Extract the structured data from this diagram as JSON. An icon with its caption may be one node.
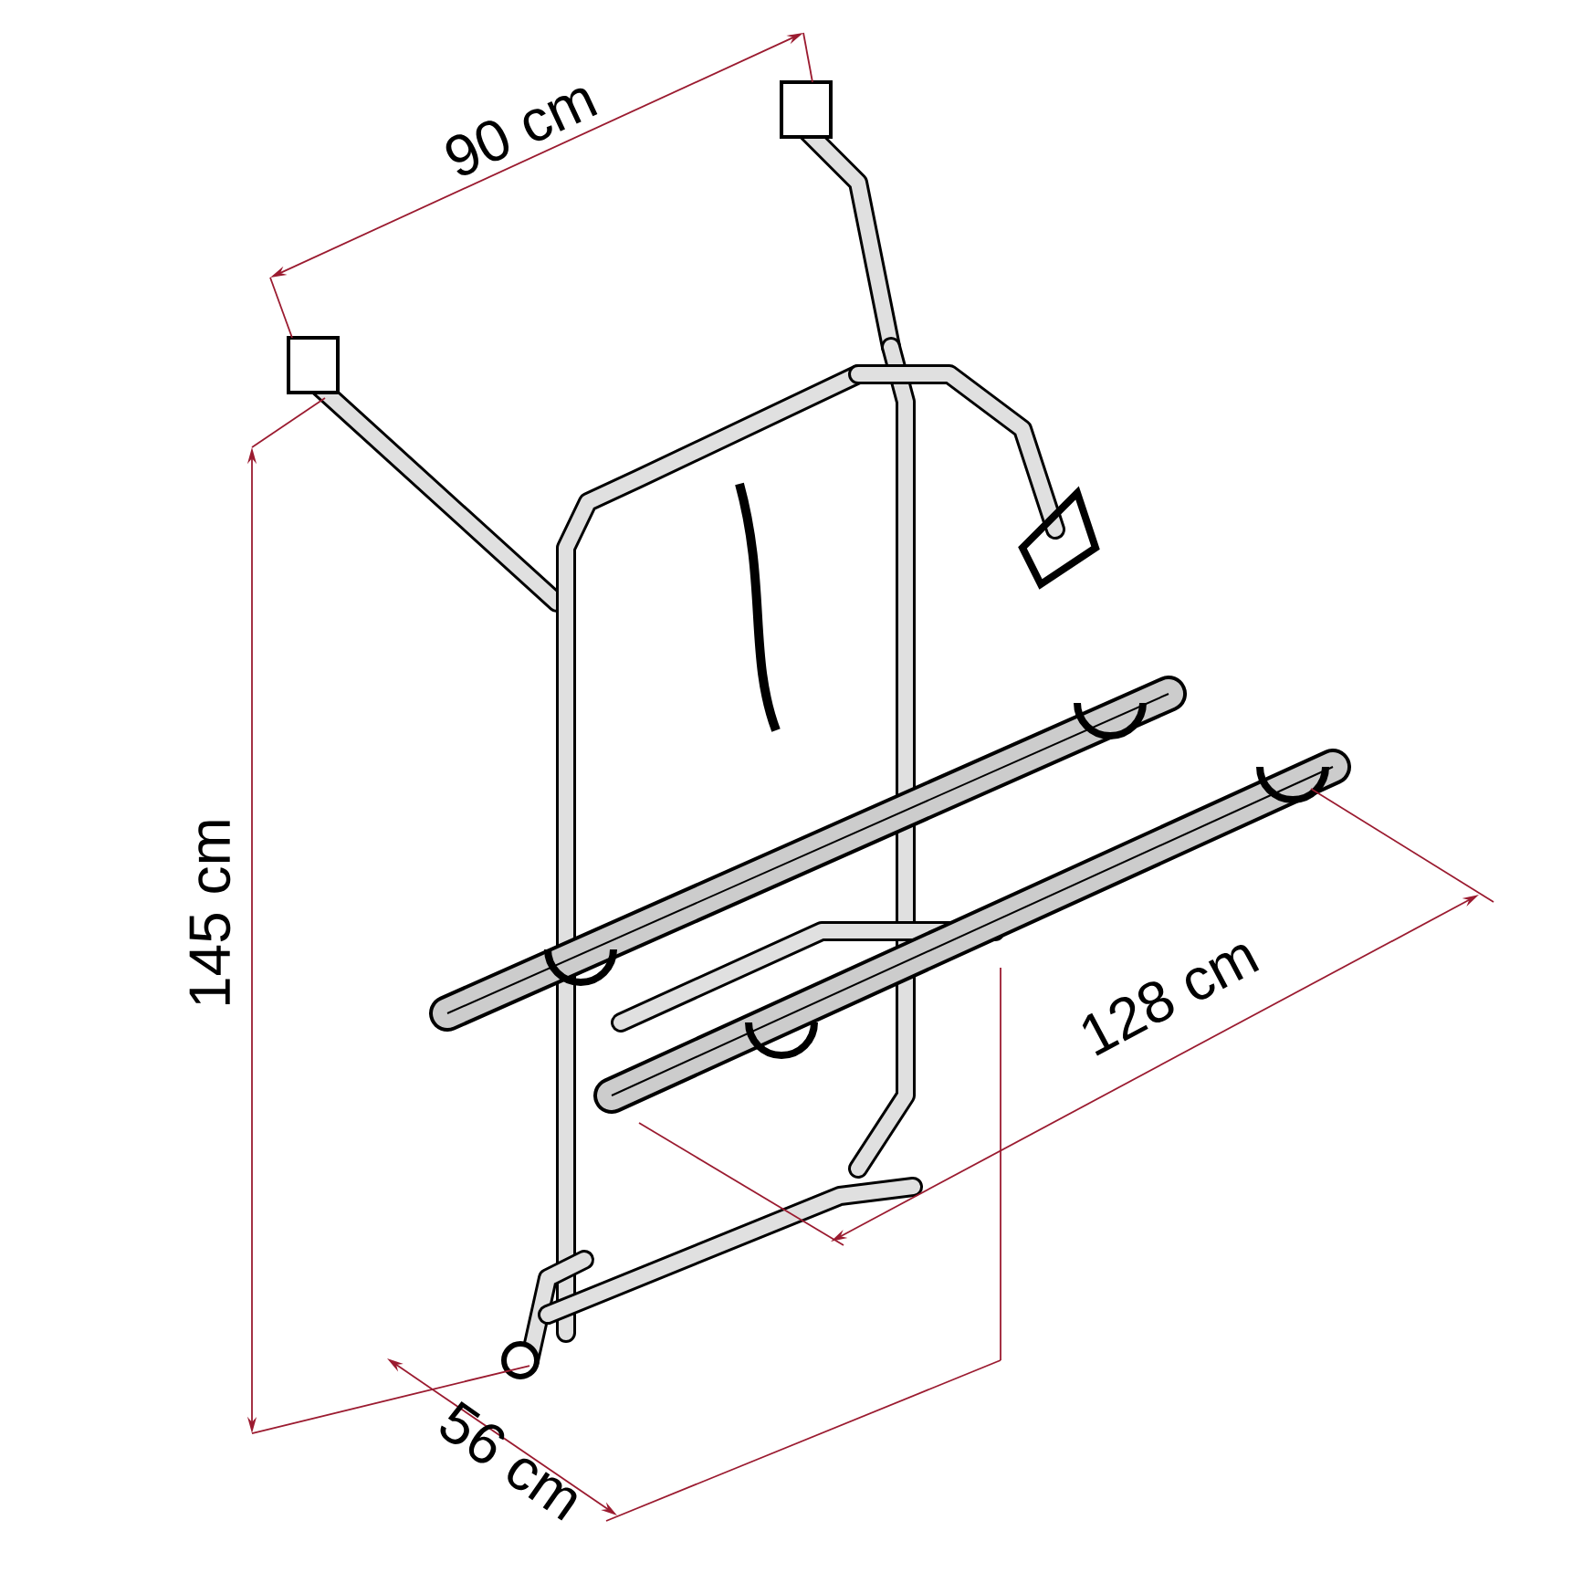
{
  "diagram": {
    "labels": [
      "90 cm",
      "145 cm",
      "128 cm",
      "56 cm"
    ]
  }
}
